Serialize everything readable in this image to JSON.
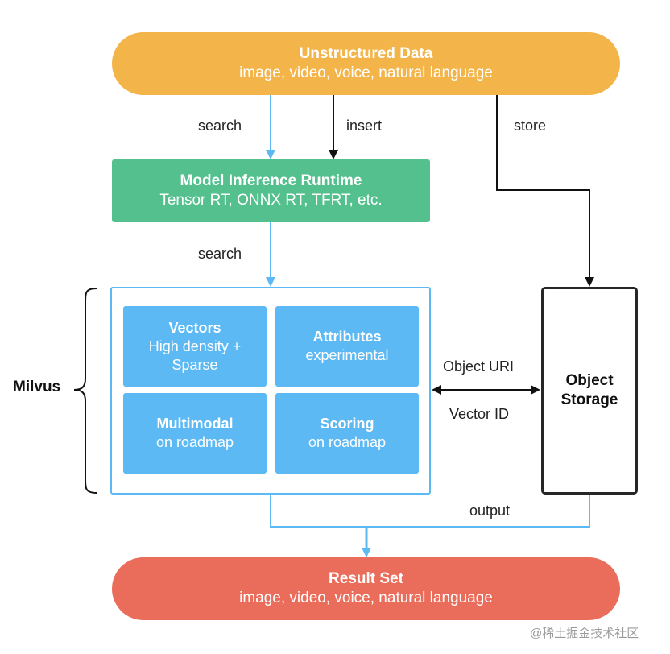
{
  "nodes": {
    "unstructured": {
      "title": "Unstructured Data",
      "subtitle": "image, video, voice, natural language"
    },
    "runtime": {
      "title": "Model Inference Runtime",
      "subtitle": "Tensor RT, ONNX RT, TFRT, etc."
    },
    "milvus": {
      "label": "Milvus",
      "cells": {
        "vectors": {
          "title": "Vectors",
          "line1": "High density +",
          "line2": "Sparse"
        },
        "attributes": {
          "title": "Attributes",
          "subtitle": "experimental"
        },
        "multimodal": {
          "title": "Multimodal",
          "subtitle": "on roadmap"
        },
        "scoring": {
          "title": "Scoring",
          "subtitle": "on roadmap"
        }
      }
    },
    "storage": {
      "line1": "Object",
      "line2": "Storage"
    },
    "result": {
      "title": "Result Set",
      "subtitle": "image, video, voice, natural language"
    }
  },
  "edges": {
    "search_top": "search",
    "insert": "insert",
    "store": "store",
    "search_mid": "search",
    "object_uri": "Object URI",
    "vector_id": "Vector ID",
    "output": "output"
  },
  "colors": {
    "unstructured": "#f3b54a",
    "runtime": "#53c08e",
    "milvus_cell": "#5cb9f4",
    "result": "#ea6c5b",
    "blue_line": "#5cb9f4",
    "black_line": "#111111"
  },
  "watermark": "@稀土掘金技术社区"
}
